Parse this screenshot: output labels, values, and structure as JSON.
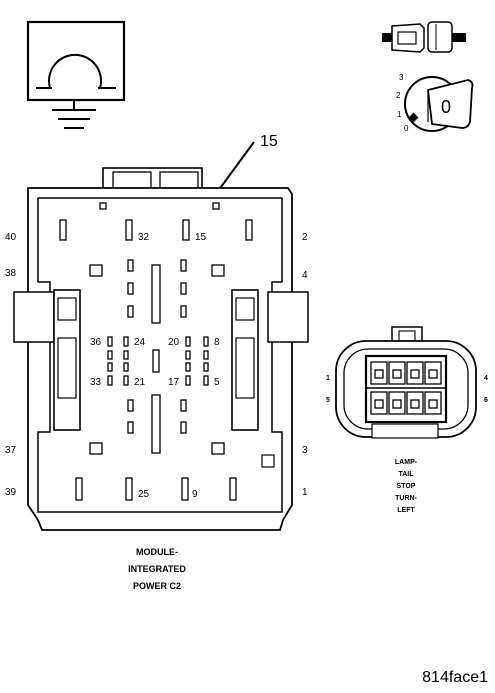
{
  "main_connector": {
    "callout": "15",
    "left_side_numbers": [
      "40",
      "38",
      "37",
      "39"
    ],
    "right_side_numbers": [
      "2",
      "4",
      "3",
      "1"
    ],
    "cavity_numbers": [
      "32",
      "15",
      "36",
      "24",
      "20",
      "8",
      "33",
      "21",
      "17",
      "5",
      "25",
      "9"
    ],
    "caption": [
      "MODULE-",
      "INTEGRATED",
      "POWER C2"
    ]
  },
  "ignition_switch": {
    "positions": [
      "3",
      "2",
      "1",
      "0"
    ],
    "key_label": "0"
  },
  "small_connector": {
    "numbers": [
      "1",
      "5",
      "4",
      "6"
    ],
    "caption": [
      "LAMP-",
      "TAIL",
      "STOP",
      "TURN-",
      "LEFT"
    ]
  },
  "figure_id": "814face1"
}
